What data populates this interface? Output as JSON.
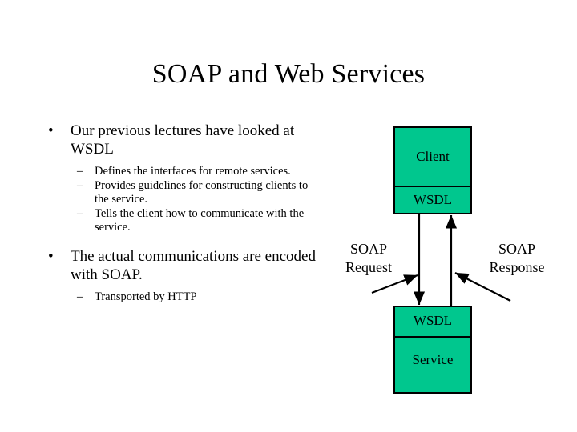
{
  "slide": {
    "title": "SOAP and Web Services",
    "background_color": "#ffffff",
    "text_color": "#000000"
  },
  "content": {
    "bullets": [
      {
        "marker": "•",
        "text": "Our previous lectures have looked at WSDL",
        "sub_marker": "–",
        "sub_bullets": [
          "Defines the interfaces for remote services.",
          "Provides guidelines for constructing clients to the service.",
          "Tells the client how to communicate with the service."
        ]
      },
      {
        "marker": "•",
        "text": "The actual communications are encoded with SOAP.",
        "sub_marker": "–",
        "sub_bullets": [
          "Transported by HTTP"
        ]
      }
    ]
  },
  "diagram": {
    "box_fill_color": "#00c78e",
    "box_border_color": "#000000",
    "client": {
      "name": "Client",
      "interface": "WSDL"
    },
    "service": {
      "interface": "WSDL",
      "name": "Service"
    },
    "flows": [
      {
        "label_line1": "SOAP",
        "label_line2": "Request",
        "direction": "client-to-service"
      },
      {
        "label_line1": "SOAP",
        "label_line2": "Response",
        "direction": "service-to-client"
      }
    ]
  }
}
